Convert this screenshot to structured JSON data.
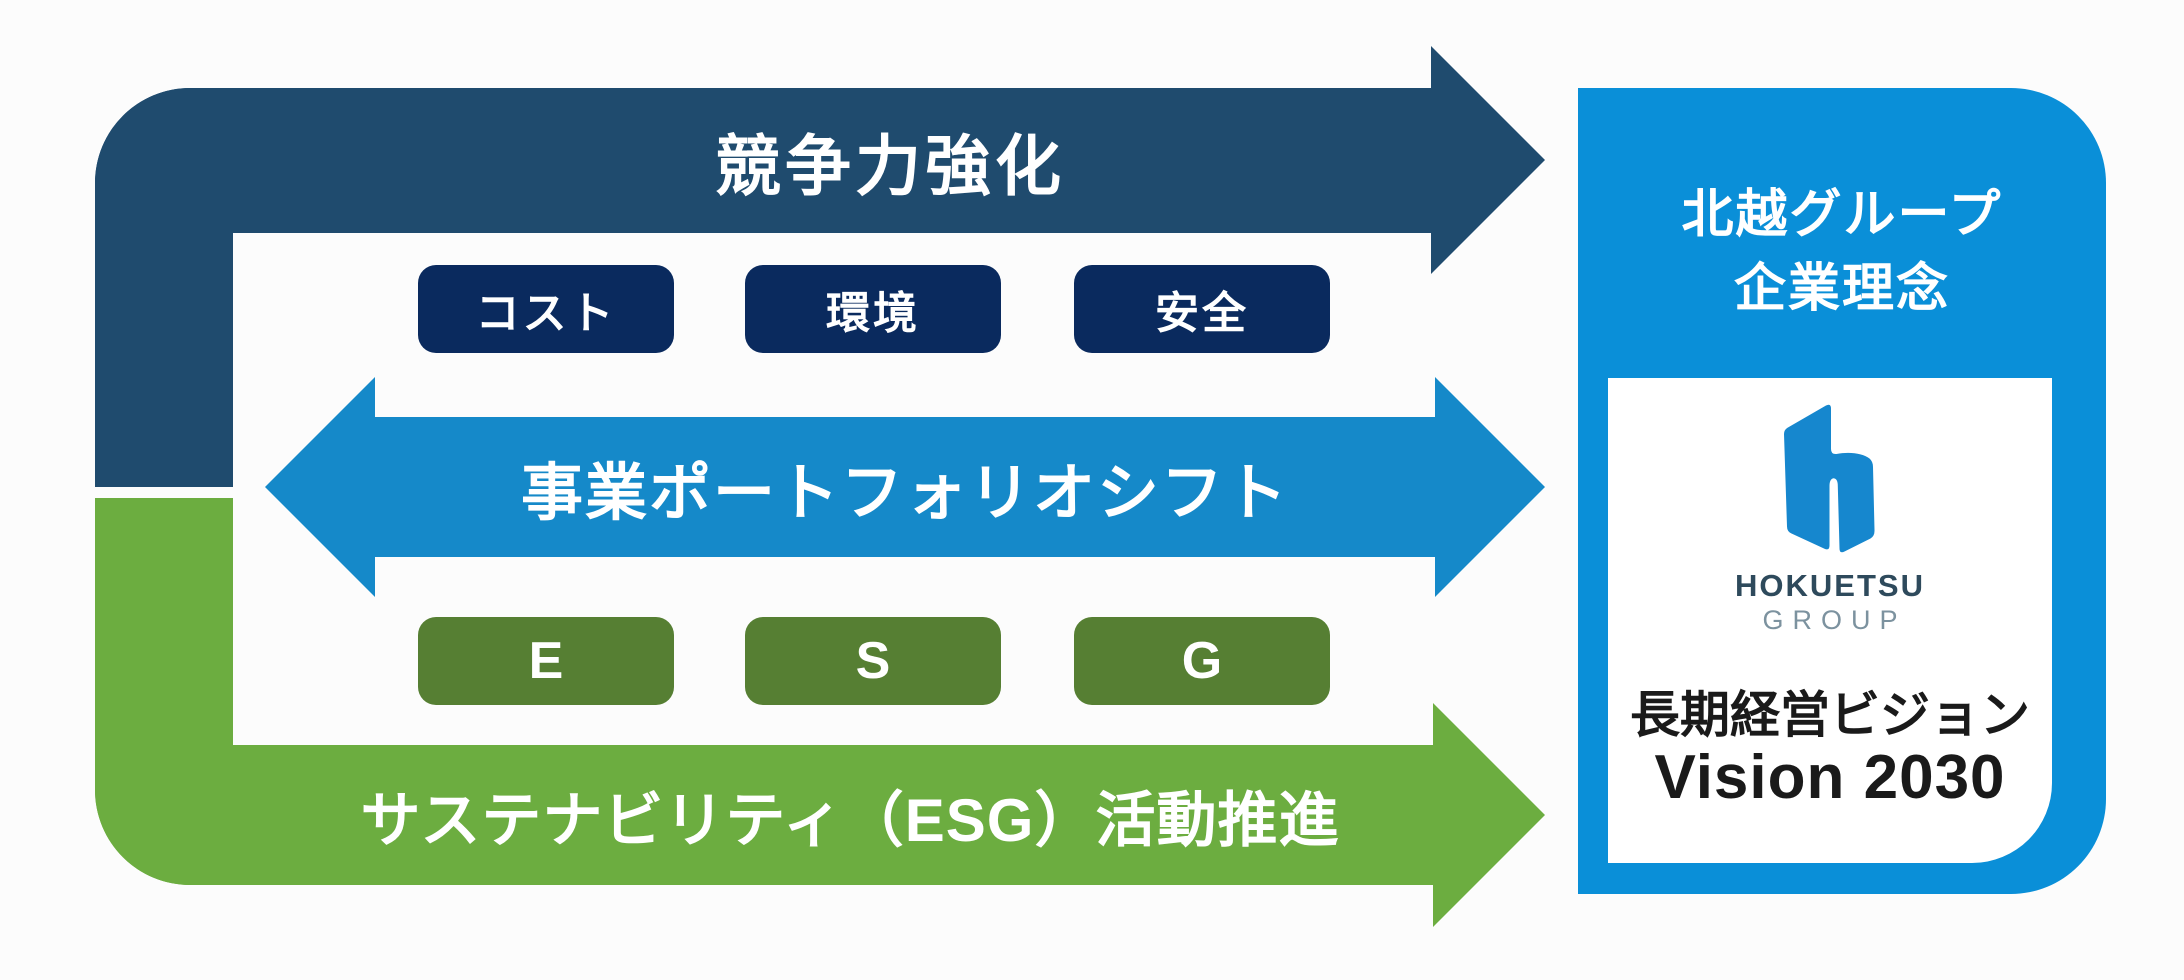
{
  "arrows": {
    "competitiveness": {
      "label": "競争力強化",
      "color": "#1F4B6E"
    },
    "portfolio": {
      "label": "事業ポートフォリオシフト",
      "color": "#1589C9"
    },
    "sustainability": {
      "label": "サステナビリティ（ESG）活動推進",
      "color": "#6CAD40"
    }
  },
  "factor_boxes": {
    "color": "#0A2A5E",
    "items": [
      {
        "label": "コスト"
      },
      {
        "label": "環境"
      },
      {
        "label": "安全"
      }
    ]
  },
  "esg_boxes": {
    "color": "#567F33",
    "items": [
      {
        "label": "E"
      },
      {
        "label": "S"
      },
      {
        "label": "G"
      }
    ]
  },
  "panel": {
    "color": "#0A8FD8",
    "title_line1": "北越グループ",
    "title_line2": "企業理念",
    "logo_icon": "hokuetsu-h-logo",
    "brand_name": "HOKUETSU",
    "brand_sub": "GROUP",
    "vision_label": "長期経営ビジョン",
    "vision_title": "Vision 2030"
  }
}
